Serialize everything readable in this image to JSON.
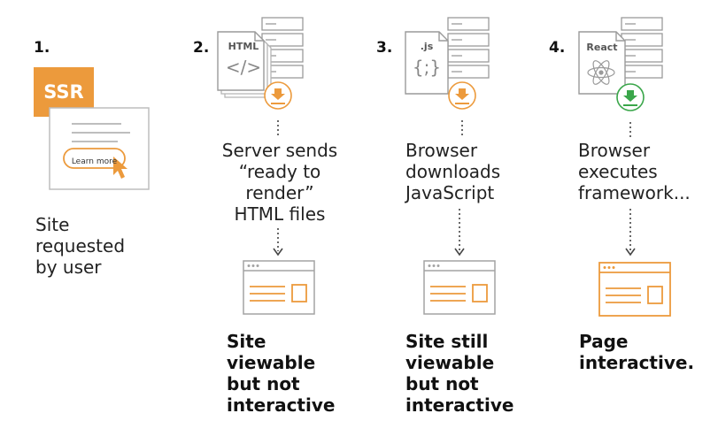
{
  "colors": {
    "accent": "#ec9a3c",
    "green": "#3aa64a",
    "gray": "#a3a3a3",
    "text": "#111111"
  },
  "steps": [
    {
      "number": "1.",
      "badge": "SSR",
      "button": "Learn more",
      "caption_lines": [
        "Site",
        "requested",
        "by user"
      ]
    },
    {
      "number": "2.",
      "file_label": "HTML",
      "file_glyph": "</>",
      "caption_lines": [
        "Server sends",
        "“ready to",
        "render”",
        "HTML files"
      ],
      "result_lines": [
        "Site",
        "viewable",
        "but not",
        "interactive"
      ]
    },
    {
      "number": "3.",
      "file_label": ".js",
      "file_glyph": "{;}",
      "caption_lines": [
        "Browser",
        "downloads",
        "JavaScript"
      ],
      "result_lines": [
        "Site still",
        "viewable",
        "but not",
        "interactive"
      ]
    },
    {
      "number": "4.",
      "file_label": "React",
      "caption_lines": [
        "Browser",
        "executes",
        "framework..."
      ],
      "result_lines": [
        "Page",
        "interactive."
      ]
    }
  ]
}
